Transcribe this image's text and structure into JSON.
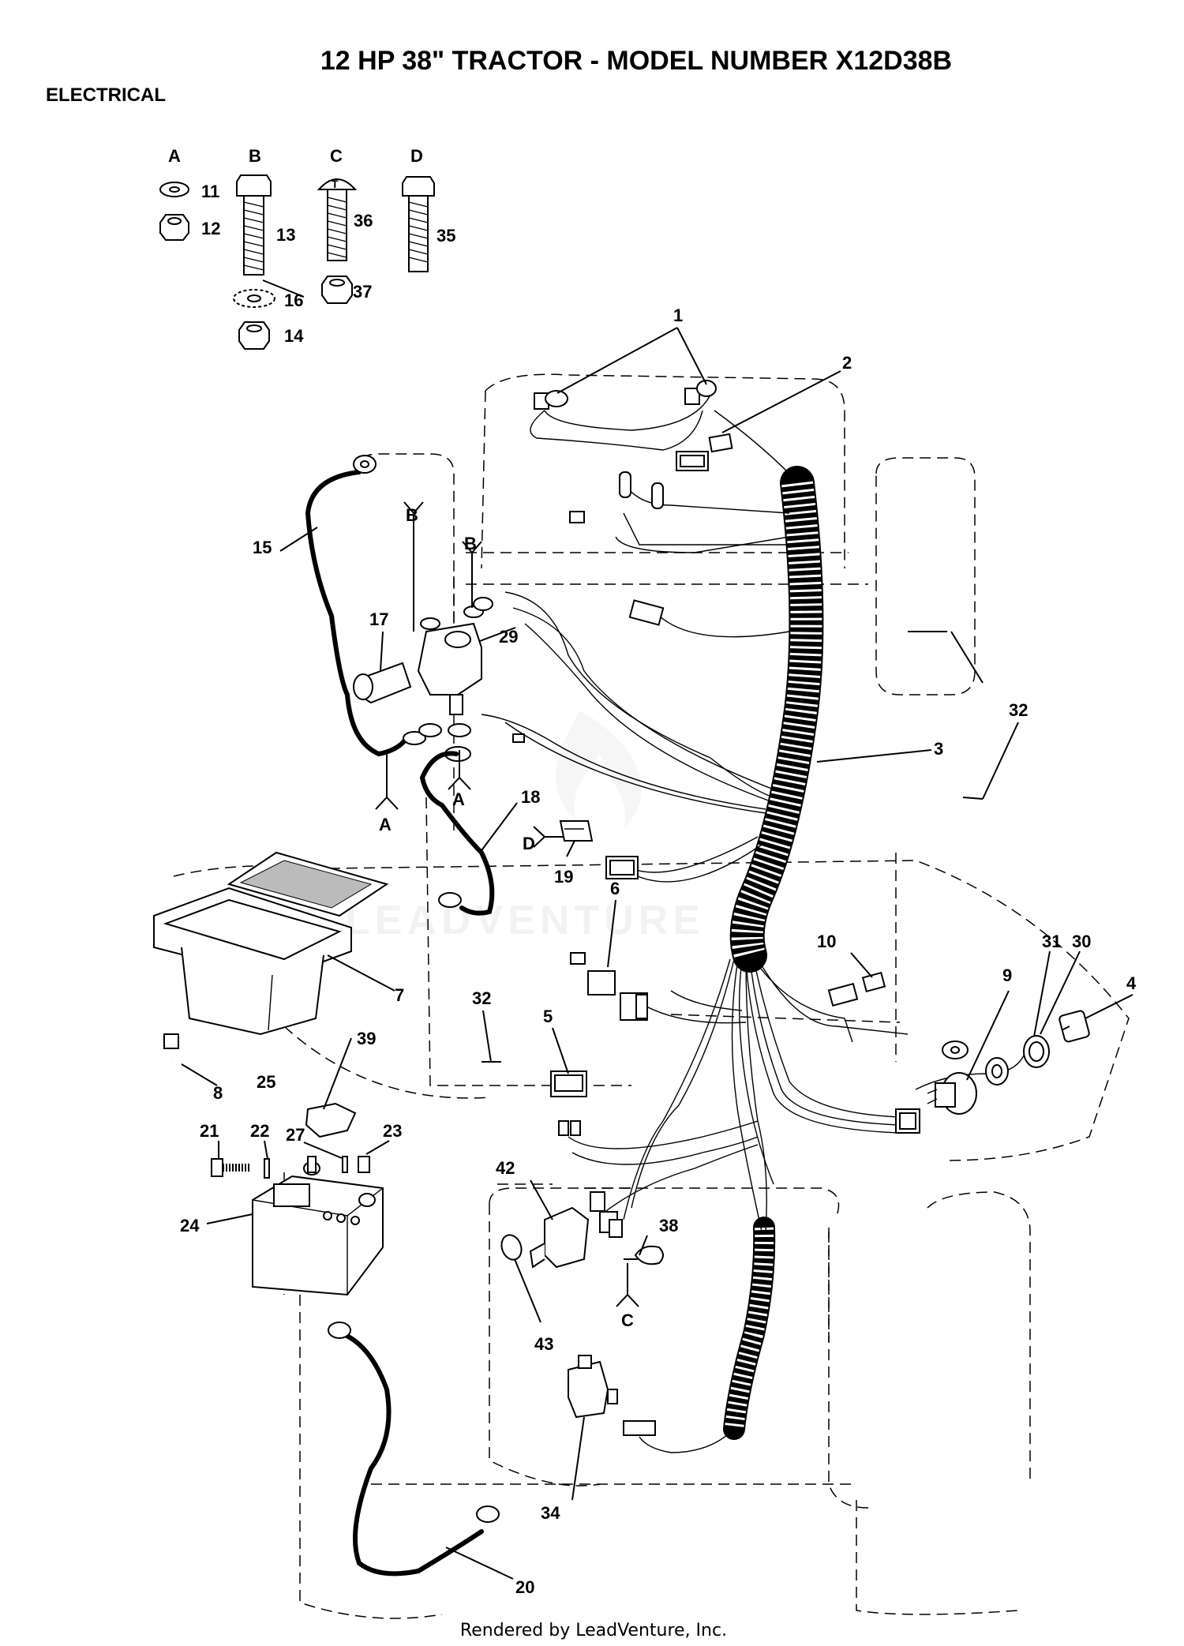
{
  "title": "12 HP 38\" TRACTOR - MODEL NUMBER X12D38B",
  "section": "ELECTRICAL",
  "footer": "Rendered by LeadVenture, Inc.",
  "watermark": "LEADVENTURE",
  "hardware_letters": [
    "A",
    "B",
    "C",
    "D"
  ],
  "parts": [
    "1",
    "2",
    "3",
    "4",
    "5",
    "6",
    "7",
    "8",
    "9",
    "10",
    "11",
    "12",
    "13",
    "14",
    "15",
    "16",
    "17",
    "18",
    "19",
    "20",
    "21",
    "22",
    "23",
    "24",
    "25",
    "27",
    "29",
    "30",
    "31",
    "32",
    "34",
    "35",
    "36",
    "37",
    "38",
    "39",
    "42",
    "43"
  ],
  "connection_points": [
    "A",
    "A",
    "B",
    "B",
    "C",
    "D"
  ],
  "labels": {
    "A_hdr": "A",
    "B_hdr": "B",
    "C_hdr": "C",
    "D_hdr": "D",
    "p1": "1",
    "p2": "2",
    "p3": "3",
    "p4": "4",
    "p5": "5",
    "p6": "6",
    "p7": "7",
    "p8": "8",
    "p9": "9",
    "p10": "10",
    "p11": "11",
    "p12": "12",
    "p13": "13",
    "p14": "14",
    "p15": "15",
    "p16": "16",
    "p17": "17",
    "p18": "18",
    "p19": "19",
    "p20": "20",
    "p21": "21",
    "p22": "22",
    "p23": "23",
    "p24": "24",
    "p25": "25",
    "p27": "27",
    "p29": "29",
    "p30": "30",
    "p31": "31",
    "p32a": "32",
    "p32b": "32",
    "p34": "34",
    "p35": "35",
    "p36": "36",
    "p37": "37",
    "p38": "38",
    "p39": "39",
    "p42": "42",
    "p43": "43",
    "cA1": "A",
    "cA2": "A",
    "cB1": "B",
    "cB2": "B",
    "cC": "C",
    "cD": "D"
  },
  "colors": {
    "ink": "#000000",
    "paper": "#ffffff",
    "watermark": "#e6e6e6"
  }
}
